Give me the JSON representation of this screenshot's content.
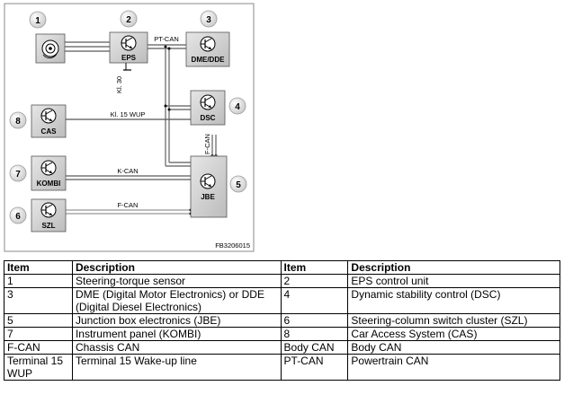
{
  "diagram": {
    "callouts": [
      "1",
      "2",
      "3",
      "4",
      "5",
      "6",
      "7",
      "8"
    ],
    "modules": {
      "eps": "EPS",
      "dme_dde": "DME/DDE",
      "dsc": "DSC",
      "cas": "CAS",
      "kombi": "KOMBI",
      "jbe": "JBE",
      "szl": "SZL"
    },
    "line_labels": {
      "pt_can": "PT-CAN",
      "kl30": "Kl. 30",
      "kl15_wup": "Kl. 15 WUP",
      "k_can": "K-CAN",
      "f_can_vertical": "F-CAN",
      "f_can": "F-CAN"
    },
    "figure_code": "FB3206015"
  },
  "legend": {
    "headers": [
      "Item",
      "Description",
      "Item",
      "Description"
    ],
    "rows": [
      [
        "1",
        "Steering-torque sensor",
        "2",
        "EPS control unit"
      ],
      [
        "3",
        "DME (Digital Motor Electronics) or DDE (Digital Diesel Electronics)",
        "4",
        "Dynamic stability control (DSC)"
      ],
      [
        "5",
        "Junction box electronics (JBE)",
        "6",
        "Steering-column switch cluster (SZL)"
      ],
      [
        "7",
        "Instrument panel (KOMBI)",
        "8",
        "Car Access System (CAS)"
      ],
      [
        "F-CAN",
        "Chassis CAN",
        "Body CAN",
        "Body CAN"
      ],
      [
        "Terminal 15 WUP",
        "Terminal 15 Wake-up line",
        "PT-CAN",
        "Powertrain CAN"
      ]
    ]
  }
}
